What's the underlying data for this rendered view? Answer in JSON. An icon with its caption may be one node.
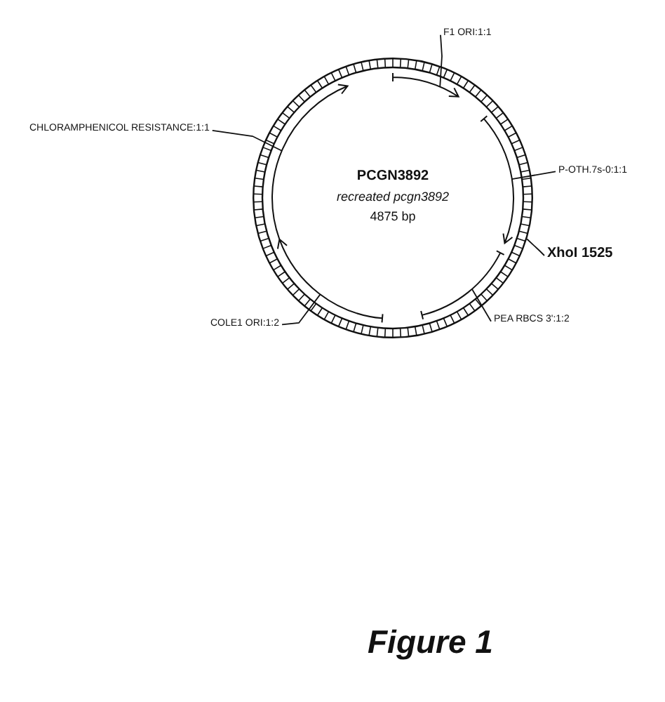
{
  "diagram": {
    "caption": "Figure 1",
    "nodes": [
      {
        "text": [
          "PCGN3892",
          "recreated pcgn3892",
          "4875 bp"
        ]
      },
      {
        "text": [
          "F1 ORI:1:1"
        ]
      },
      {
        "text": [
          "CHLORAMPHENICOL RESISTANCE:1:1"
        ]
      },
      {
        "text": [
          "P-OTH.7s-0:1:1"
        ]
      },
      {
        "text": [
          "XhoI 1525"
        ]
      },
      {
        "text": [
          "PEA RBCS 3':1:2"
        ]
      },
      {
        "text": [
          "COLE1 ORI:1:2"
        ]
      }
    ],
    "edges": [
      {
        "from": 1,
        "to": 0,
        "arrow": "none"
      },
      {
        "from": 2,
        "to": 0,
        "arrow": "none"
      },
      {
        "from": 3,
        "to": 0,
        "arrow": "none"
      },
      {
        "from": 4,
        "to": 0,
        "arrow": "none"
      },
      {
        "from": 5,
        "to": 0,
        "arrow": "none"
      },
      {
        "from": 6,
        "to": 0,
        "arrow": "none"
      }
    ]
  }
}
